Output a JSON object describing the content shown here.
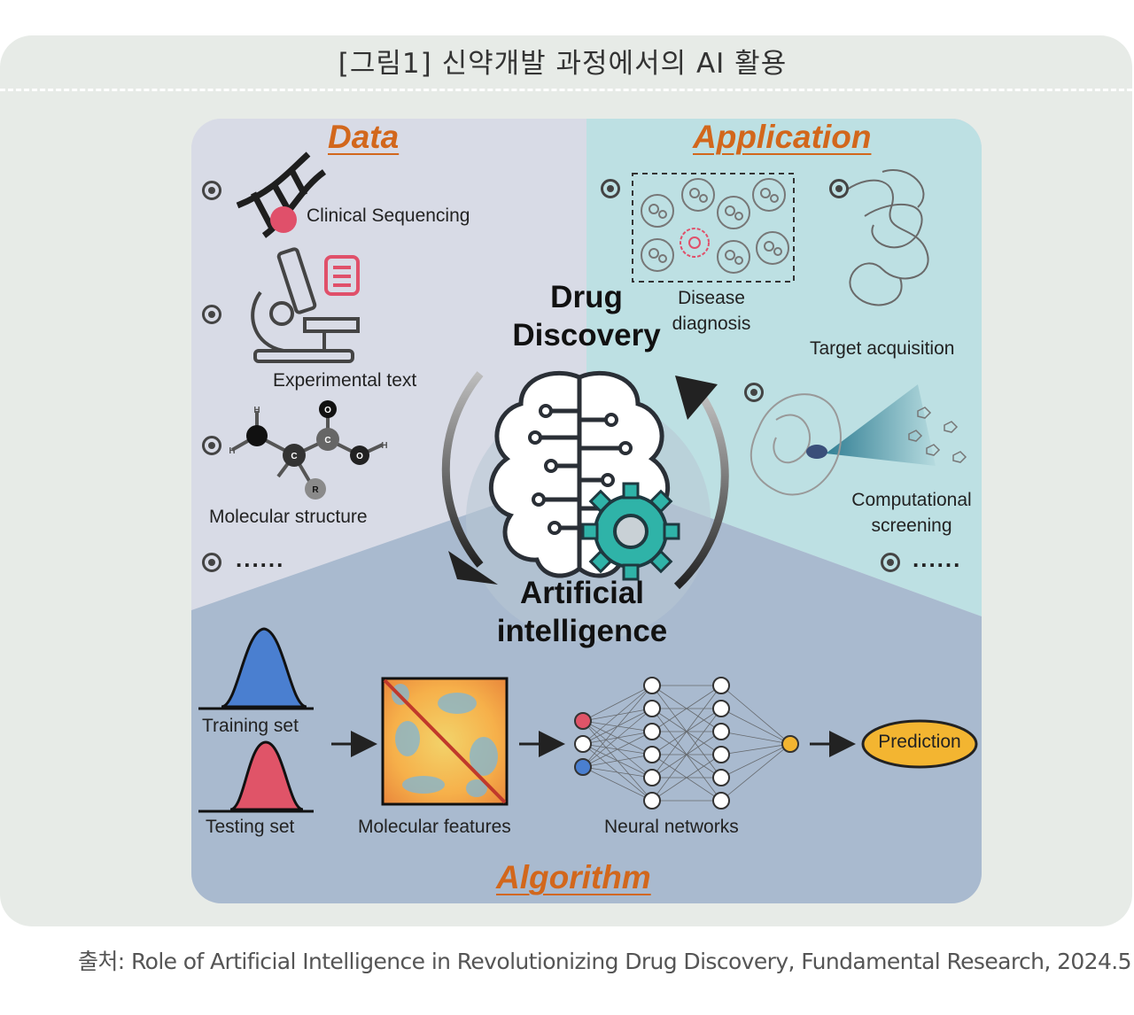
{
  "page": {
    "title": "[그림1] 신약개발 과정에서의 AI 활용",
    "source": "출처: Role of Artificial Intelligence in Revolutionizing Drug Discovery, Fundamental Research, 2024.5"
  },
  "figure": {
    "sections": {
      "data": "Data",
      "application": "Application",
      "algorithm": "Algorithm"
    },
    "center": {
      "top": "Drug Discovery",
      "bottom": "Artificial intelligence"
    },
    "data_items": [
      "Clinical Sequencing",
      "Experimental text",
      "Molecular structure",
      "......"
    ],
    "application_items": [
      "Disease diagnosis",
      "Target acquisition",
      "Computational screening",
      "......"
    ],
    "algorithm_items": {
      "training": "Training set",
      "testing": "Testing set",
      "features": "Molecular features",
      "networks": "Neural networks",
      "prediction": "Prediction"
    },
    "molecule_atoms": {
      "c1": "C",
      "c2": "C",
      "r": "R",
      "o1": "O",
      "o2": "O",
      "h1": "H",
      "h2": "H",
      "h3": "H"
    },
    "colors": {
      "section": "#d2671c",
      "data_bg": "#d8dbe6",
      "application_bg": "#bde0e3",
      "algorithm_bg": "#a9bacf",
      "training": "#4a7fd0",
      "testing": "#e05468",
      "gear": "#2fb3a8",
      "prediction": "#f3b531"
    }
  }
}
